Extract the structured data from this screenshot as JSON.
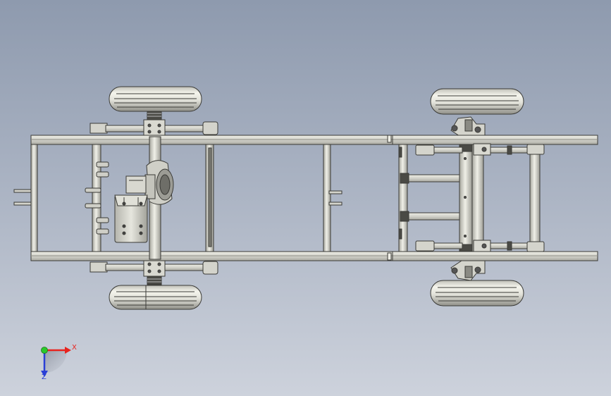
{
  "app": {
    "window": "solidworks-graphics-area",
    "view": "top"
  },
  "triad": {
    "x_label": "X",
    "y_label": "Z",
    "x_color": "#e8231e",
    "y_color": "#2a3fd6",
    "origin_color": "#2ac82a"
  },
  "colors": {
    "background_top": "#8e9aae",
    "background_bottom": "#cdd2dc",
    "part_fill": "#d4d4cc",
    "part_shade": "#a8a89f",
    "edge": "#3a3a36"
  },
  "icons": [
    "view-orientation-triad-icon"
  ]
}
